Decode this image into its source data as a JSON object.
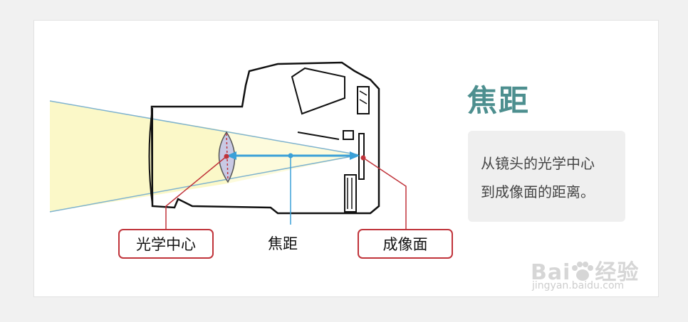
{
  "title": "焦距",
  "description": {
    "lines": [
      "从镜头的光学中心",
      "到成像面的距离。"
    ]
  },
  "labels": {
    "optical_center": "光学中心",
    "focal_length": "焦距",
    "image_plane": "成像面"
  },
  "watermark": {
    "brand": "Bai",
    "brand_suffix": "经验",
    "url": "jingyan.baidu.com"
  },
  "colors": {
    "title": "#4d8f8f",
    "arrow": "#3aa0d8",
    "label_border": "#c0333a",
    "light_cone": "#fbf8c8"
  }
}
